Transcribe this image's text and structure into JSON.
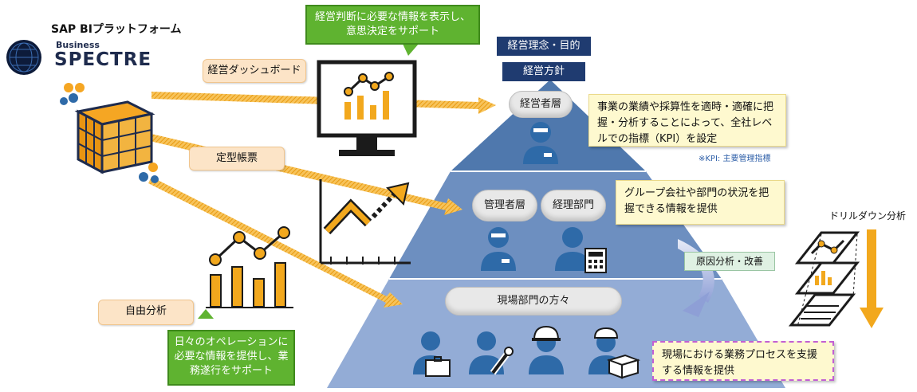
{
  "brand": {
    "platform_label": "SAP BIプラットフォーム",
    "logo_small": "Business",
    "logo_big": "SPECTRE"
  },
  "tools": {
    "dashboard": "経営ダッシュボード",
    "report": "定型帳票",
    "free_analysis": "自由分析"
  },
  "bubbles": {
    "top": "経営判断に必要な情報を表示し、意思決定をサポート",
    "bottom": "日々のオペレーションに必要な情報を提供し、業務遂行をサポート"
  },
  "pyramid": {
    "philosophy": "経営理念・目的",
    "policy": "経営方針",
    "tier1_label": "経営者層",
    "tier2_label_a": "管理者層",
    "tier2_label_b": "経理部門",
    "tier3_label": "現場部門の方々"
  },
  "callouts": {
    "tier1_text": "事業の業績や採算性を適時・適確に把握・分析することによって、全社レベルでの指標（KPI）を設定",
    "kpi_note": "※KPI: 主要管理指標",
    "tier2_text": "グループ会社や部門の状況を把握できる情報を提供",
    "tier3_text": "現場における業務プロセスを支援する情報を提供"
  },
  "side": {
    "cause_label": "原因分析・改善",
    "drilldown": "ドリルダウン分析"
  },
  "colors": {
    "accent_orange": "#f2a81d",
    "navy": "#1f3b70",
    "person_blue": "#2e6aa8",
    "green": "#5fb330"
  }
}
